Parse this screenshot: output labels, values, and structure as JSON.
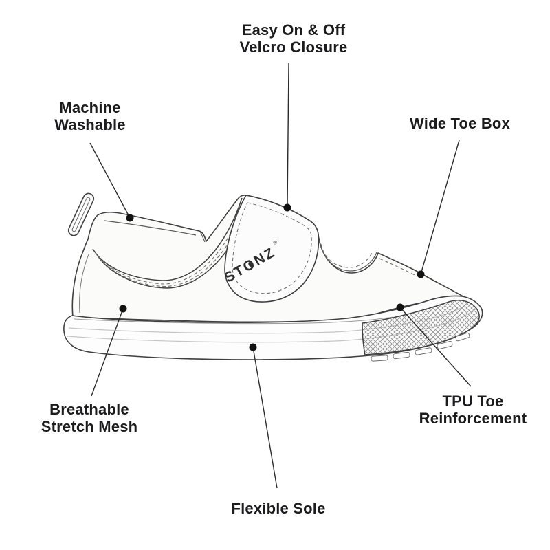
{
  "brand": {
    "logo_text": "STONZ",
    "registered_mark": "®"
  },
  "labels": {
    "velcro_closure": {
      "lines": [
        "Easy On & Off",
        "Velcro Closure"
      ]
    },
    "machine_washable": {
      "lines": [
        "Machine",
        "Washable"
      ]
    },
    "wide_toe_box": {
      "lines": [
        "Wide Toe Box"
      ]
    },
    "breathable_mesh": {
      "lines": [
        "Breathable",
        "Stretch Mesh"
      ]
    },
    "tpu_toe": {
      "lines": [
        "TPU Toe",
        "Reinforcement"
      ]
    },
    "flexible_sole": {
      "lines": [
        "Flexible Sole"
      ]
    }
  },
  "colors": {
    "outline": "#3f3f3f",
    "stitch": "#6f6f6f",
    "callout_line": "#2b2b2b",
    "dot": "#121212",
    "text": "#1c1c1e"
  }
}
